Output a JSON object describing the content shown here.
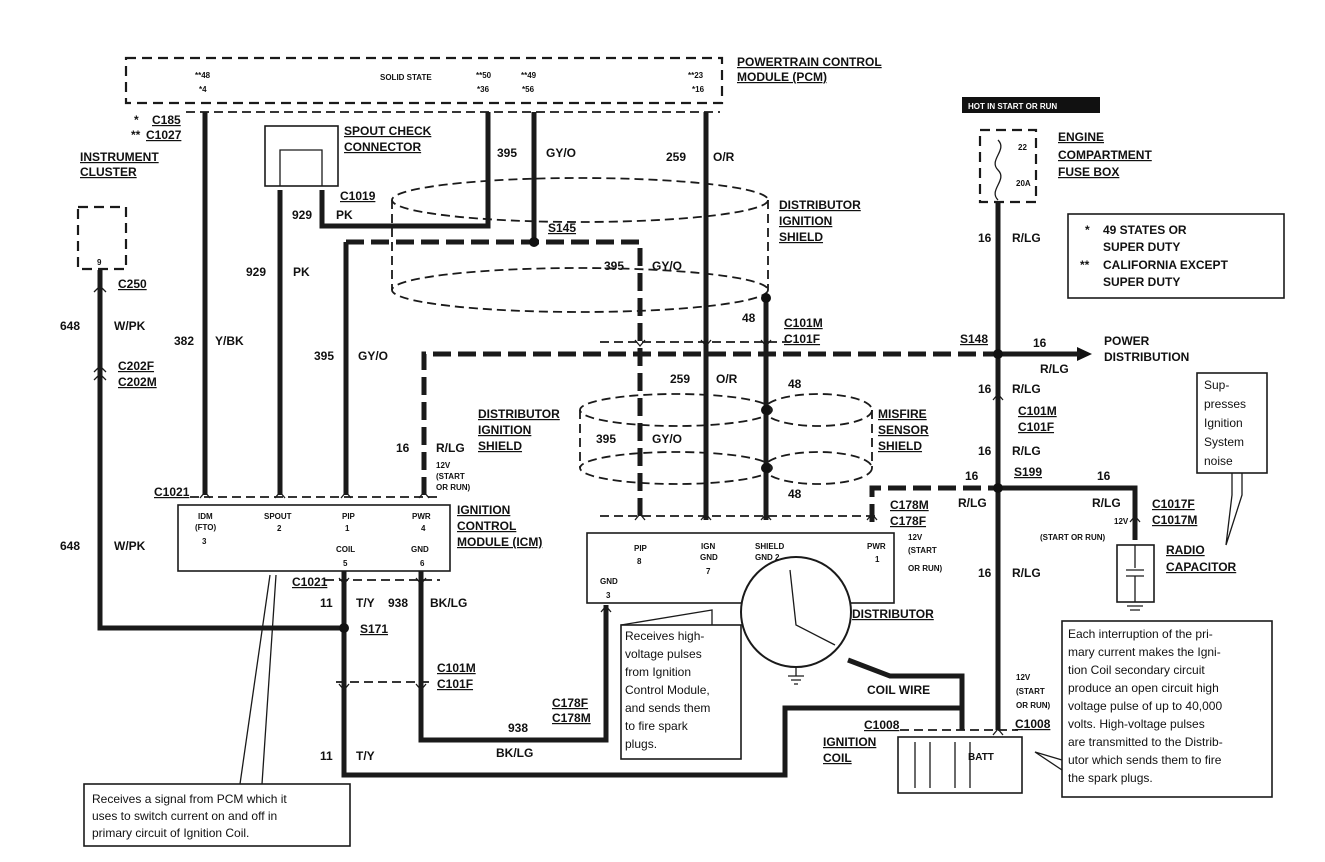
{
  "pcm": {
    "title_line1": "POWERTRAIN CONTROL",
    "title_line2": "MODULE (PCM)",
    "solid_state": "SOLID STATE",
    "pin_a1": "**48",
    "pin_a2": "*4",
    "pin_b1": "**50",
    "pin_b2": "*36",
    "pin_c1": "**49",
    "pin_c2": "*56",
    "pin_d1": "**23",
    "pin_d2": "*16"
  },
  "connectors": {
    "c185_prefix": "*",
    "c185": "C185",
    "c1027_prefix": "**",
    "c1027": "C1027",
    "c1019": "C1019",
    "c250": "C250",
    "c202f": "C202F",
    "c202m": "C202M",
    "c1021_top": "C1021",
    "c1021_bottom": "C1021",
    "c101m_a": "C101M",
    "c101f_a": "C101F",
    "c101m_b": "C101M",
    "c101f_b": "C101F",
    "c101m_c": "C101M",
    "c101f_c": "C101F",
    "c178m_a": "C178M",
    "c178f_a": "C178F",
    "c178f_b": "C178F",
    "c178m_b": "C178M",
    "c1017f": "C1017F",
    "c1017m": "C1017M",
    "c1008_a": "C1008",
    "c1008_b": "C1008"
  },
  "splices": {
    "s145": "S145",
    "s148": "S148",
    "s199": "S199",
    "s171": "S171"
  },
  "components": {
    "spout_line1": "SPOUT CHECK",
    "spout_line2": "CONNECTOR",
    "cluster_line1": "INSTRUMENT",
    "cluster_line2": "CLUSTER",
    "cluster_pin": "9",
    "dist_shield_top_1": "DISTRIBUTOR",
    "dist_shield_top_2": "IGNITION",
    "dist_shield_top_3": "SHIELD",
    "dist_shield_mid_1": "DISTRIBUTOR",
    "dist_shield_mid_2": "IGNITION",
    "dist_shield_mid_3": "SHIELD",
    "misfire_1": "MISFIRE",
    "misfire_2": "SENSOR",
    "misfire_3": "SHIELD",
    "icm_1": "IGNITION",
    "icm_2": "CONTROL",
    "icm_3": "MODULE (ICM)",
    "distributor": "DISTRIBUTOR",
    "coil_wire": "COIL WIRE",
    "ign_coil_1": "IGNITION",
    "ign_coil_2": "COIL",
    "batt": "BATT",
    "radio_cap_1": "RADIO",
    "radio_cap_2": "CAPACITOR",
    "fuse_box_1": "ENGINE",
    "fuse_box_2": "COMPARTMENT",
    "fuse_box_3": "FUSE BOX",
    "fuse_num": "22",
    "fuse_amp": "20A",
    "power_dist_1": "POWER",
    "power_dist_2": "DISTRIBUTION",
    "hot_banner": "HOT IN START OR RUN"
  },
  "icm_pins": {
    "idm": "IDM",
    "fto": "(FTO)",
    "idm_num": "3",
    "spout": "SPOUT",
    "spout_num": "2",
    "pip": "PIP",
    "pip_num": "1",
    "pwr": "PWR",
    "pwr_num": "4",
    "coil": "COIL",
    "coil_num": "5",
    "gnd": "GND",
    "gnd_num": "6"
  },
  "dist_pins": {
    "pip": "PIP",
    "pip_num": "8",
    "ign": "IGN",
    "ign_gnd": "GND",
    "ign_num": "7",
    "shield": "SHIELD",
    "shield_gnd": "GND 2",
    "pwr": "PWR",
    "pwr_num": "1",
    "gnd": "GND",
    "gnd_num": "3"
  },
  "wires": {
    "w395_a": "395",
    "w395_a_col": "GY/O",
    "w259_a": "259",
    "w259_a_col": "O/R",
    "w929_a": "929",
    "w929_a_col": "PK",
    "w929_b": "929",
    "w929_b_col": "PK",
    "w395_b": "395",
    "w395_b_col": "GY/O",
    "w382": "382",
    "w382_col": "Y/BK",
    "w395_c": "395",
    "w395_c_col": "GY/O",
    "w648_a": "648",
    "w648_a_col": "W/PK",
    "w648_b": "648",
    "w648_b_col": "W/PK",
    "w16_a": "16",
    "w16_a_col": "R/LG",
    "v12_a": "12V",
    "v12_a_2": "(START",
    "v12_a_3": "OR RUN)",
    "w48_a": "48",
    "w48_b": "48",
    "w48_c": "48",
    "w259_b": "259",
    "w259_b_col": "O/R",
    "w395_d": "395",
    "w395_d_col": "GY/O",
    "w16_b": "16",
    "w16_b_col": "R/LG",
    "w16_c": "16",
    "w16_c_col": "R/LG",
    "w16_d": "16",
    "w16_d_col": "R/LG",
    "w16_e": "16",
    "w16_e_col": "R/LG",
    "w16_f": "16",
    "w16_f_col": "R/LG",
    "w16_g": "16",
    "w16_h": "16",
    "w16_h_col": "R/LG",
    "w16_i": "16",
    "w16_i_col": "R/LG",
    "v12_b": "12V",
    "v12_b_2": "(START",
    "v12_b_3": "OR RUN)",
    "v12_c": "12V",
    "v12_c_2": "(START OR RUN)",
    "v12_d": "12V",
    "v12_d_2": "(START",
    "v12_d_3": "OR RUN)",
    "w11_a": "11",
    "w11_a_col": "T/Y",
    "w938_a": "938",
    "w938_a_col": "BK/LG",
    "w938_b": "938",
    "w938_b_col": "BK/LG",
    "w11_b": "11",
    "w11_b_col": "T/Y"
  },
  "legend": {
    "l1_sym": "*",
    "l1_1": "49 STATES OR",
    "l1_2": "SUPER DUTY",
    "l2_sym": "**",
    "l2_1": "CALIFORNIA EXCEPT",
    "l2_2": "SUPER DUTY"
  },
  "notes": {
    "suppress": [
      "Sup-",
      "presses",
      "Ignition",
      "System",
      "noise"
    ],
    "pcm_signal": [
      "Receives a signal from PCM which it",
      "uses to switch current on and off in",
      "primary circuit of Ignition Coil."
    ],
    "hv_pulses": [
      "Receives high-",
      "voltage pulses",
      "from Ignition",
      "Control Module,",
      "and sends them",
      "to fire spark",
      "plugs."
    ],
    "interruption": [
      "Each interruption of the pri-",
      "mary current makes the Igni-",
      "tion Coil secondary circuit",
      "produce an open circuit high",
      "voltage pulse of up to 40,000",
      "volts.  High-voltage pulses",
      "are transmitted to the Distrib-",
      "utor which sends them to fire",
      "the spark plugs."
    ]
  }
}
